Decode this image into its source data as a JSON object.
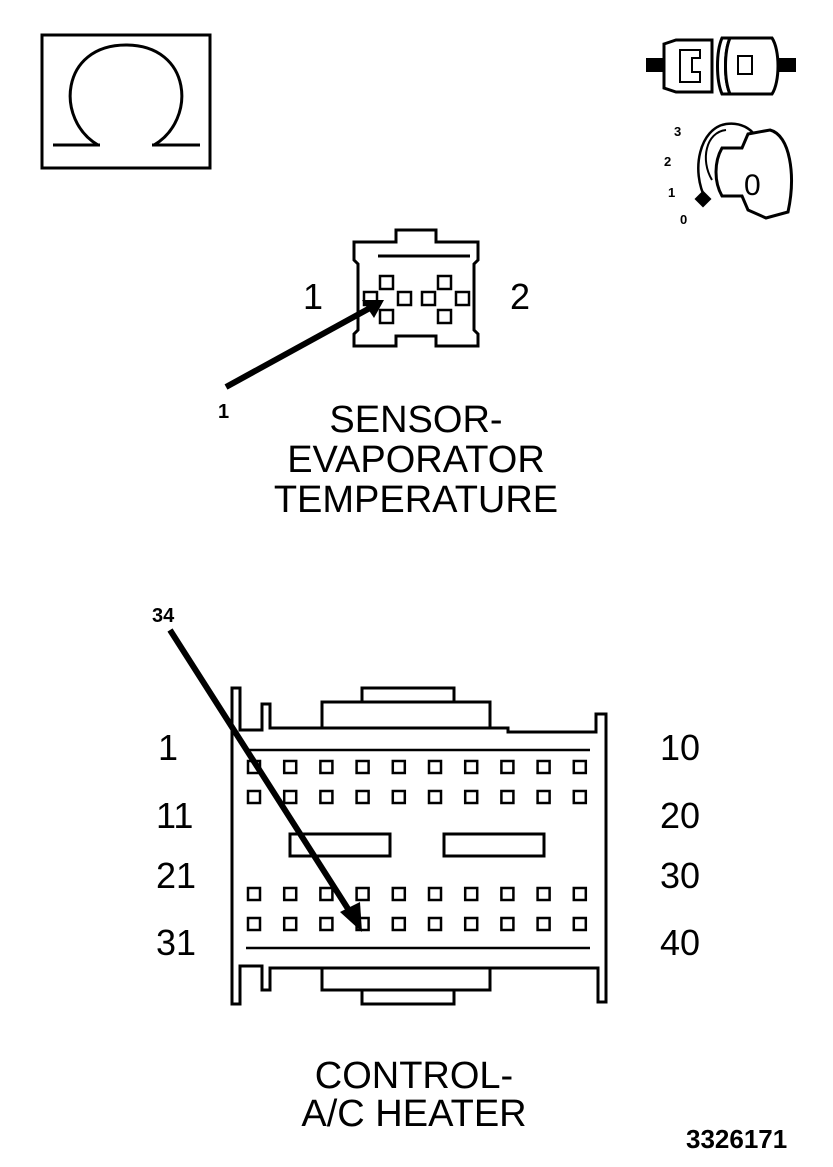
{
  "ohm_symbol": {
    "glyph": "Ω",
    "icon": "ohm-icon"
  },
  "icons": {
    "connector": "disconnected-connector-icon",
    "ignition": "ignition-key-off-icon"
  },
  "ignition": {
    "positions": [
      "3",
      "2",
      "1",
      "0"
    ],
    "key_label": "0"
  },
  "sensor": {
    "pin_left": "1",
    "pin_right": "2",
    "callout": "1",
    "title_lines": [
      "SENSOR-",
      "EVAPORATOR",
      "TEMPERATURE"
    ]
  },
  "control": {
    "callout": "34",
    "row_labels_left": [
      "1",
      "11",
      "21",
      "31"
    ],
    "row_labels_right": [
      "10",
      "20",
      "30",
      "40"
    ],
    "title_lines": [
      "CONTROL-",
      "A/C HEATER"
    ]
  },
  "figure_number": "3326171"
}
